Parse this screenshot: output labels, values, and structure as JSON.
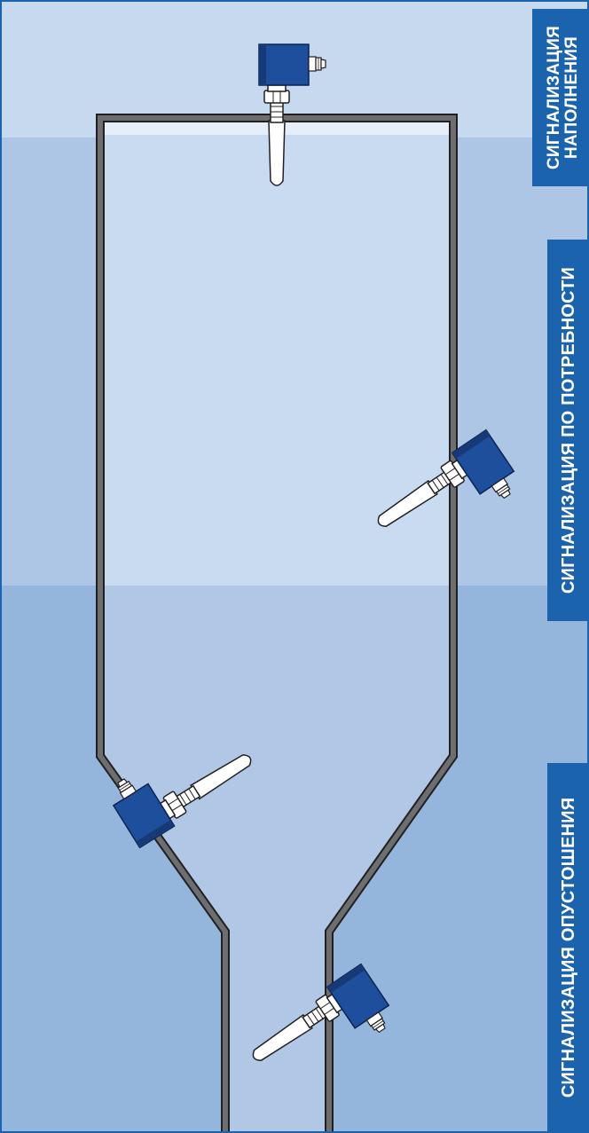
{
  "labels": {
    "fill_l1": "СИГНАЛИЗАЦИЯ",
    "fill_l2": "НАПОЛНЕНИЯ",
    "demand": "СИГНАЛИЗАЦИЯ ПО ПОТРЕБНОСТИ",
    "empty": "СИГНАЛИЗАЦИЯ ОПУСТОШЕНИЯ"
  },
  "colors": {
    "zone_top": "#c6d9ef",
    "zone_mid": "#adc6e6",
    "zone_low": "#94b6dd",
    "silo_upper": "#c8dbf0",
    "silo_lower": "#b0c8e6",
    "wall": "#58595b",
    "label_bg": "#1b64ad",
    "frame": "#1b64ad",
    "sensor_body": "#1e4f9c",
    "sensor_body_dark": "#163a78"
  },
  "sensors": [
    {
      "name": "sensor-fill-level",
      "zone": "fill"
    },
    {
      "name": "sensor-demand-level",
      "zone": "demand"
    },
    {
      "name": "sensor-empty-cone",
      "zone": "empty"
    },
    {
      "name": "sensor-empty-outlet",
      "zone": "empty"
    }
  ]
}
